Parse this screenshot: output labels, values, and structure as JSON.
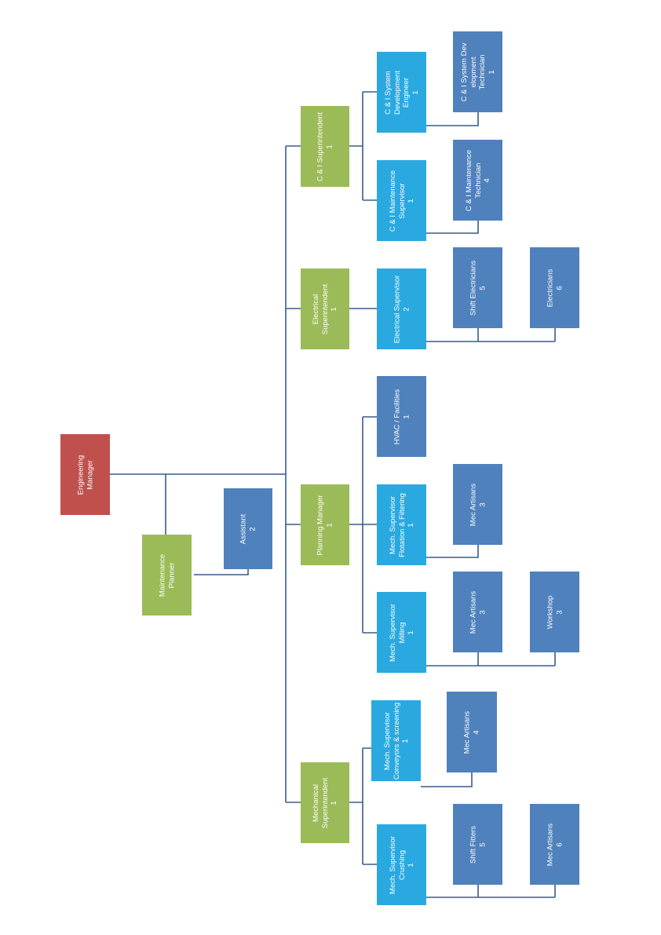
{
  "colors": {
    "manager": "#c0504d",
    "green": "#9bbb59",
    "light_blue": "#2aa9e0",
    "dark_blue": "#4f81bd",
    "line": "#385d8a"
  },
  "nodes": {
    "engineering_manager": {
      "lines": [
        "Engineering",
        "Manager"
      ]
    },
    "maintenance_planner": {
      "lines": [
        "Maintenance",
        "Planner"
      ]
    },
    "assistant": {
      "lines": [
        "Assistant",
        "2"
      ]
    },
    "mechanical_superintendent": {
      "lines": [
        "Mechanical",
        "Superintendent",
        "1"
      ]
    },
    "planning_manager": {
      "lines": [
        "Planning Manager",
        "1"
      ]
    },
    "electrical_superintendent": {
      "lines": [
        "Electrical",
        "Superintendent",
        "1"
      ]
    },
    "ci_superintendent": {
      "lines": [
        "C & I Superintendent",
        "1"
      ]
    },
    "mech_sup_crushing": {
      "lines": [
        "Mech. Supervisor",
        "Crushing",
        "1"
      ]
    },
    "mech_sup_conveyors": {
      "lines": [
        "Mech. Supervisor",
        "Conveyors & screening",
        "1"
      ]
    },
    "mech_sup_milling": {
      "lines": [
        "Mech. Supervisor",
        "Milling",
        "1"
      ]
    },
    "mech_sup_flotation": {
      "lines": [
        "Mech. Supervisor",
        "Flotation & Filtering",
        "1"
      ]
    },
    "hvac_facilities": {
      "lines": [
        "HVAC / Facilities",
        "1"
      ]
    },
    "electrical_supervisor": {
      "lines": [
        "Electrical Supervisor",
        "2"
      ]
    },
    "ci_maintenance_supervisor": {
      "lines": [
        "C & I Maintenance",
        "Supervisor",
        "1"
      ]
    },
    "ci_system_dev_engineer": {
      "lines": [
        "C & I System",
        "Development",
        "Engineer",
        "1"
      ]
    },
    "shift_fitters": {
      "lines": [
        "Shift  Fitters",
        "5"
      ]
    },
    "mec_artisans_crushing": {
      "lines": [
        "Mec Artisans",
        "6"
      ]
    },
    "mec_artisans_conveyors": {
      "lines": [
        "Mec Artisans",
        "4"
      ]
    },
    "mec_artisans_milling": {
      "lines": [
        "Mec Artisans",
        "3"
      ]
    },
    "workshop": {
      "lines": [
        "Workshop",
        "3"
      ]
    },
    "mec_artisans_flotation": {
      "lines": [
        "Mec Artisans",
        "3"
      ]
    },
    "shift_electricians": {
      "lines": [
        "Shift Electricians",
        "5"
      ]
    },
    "electricians": {
      "lines": [
        "Electricians",
        "6"
      ]
    },
    "ci_maintenance_technician": {
      "lines": [
        "C & I Maintenance",
        "Technician",
        "4"
      ]
    },
    "ci_system_dev_technician": {
      "lines": [
        "C & I  System Dev",
        "elopment",
        "Technician",
        "1"
      ]
    }
  }
}
